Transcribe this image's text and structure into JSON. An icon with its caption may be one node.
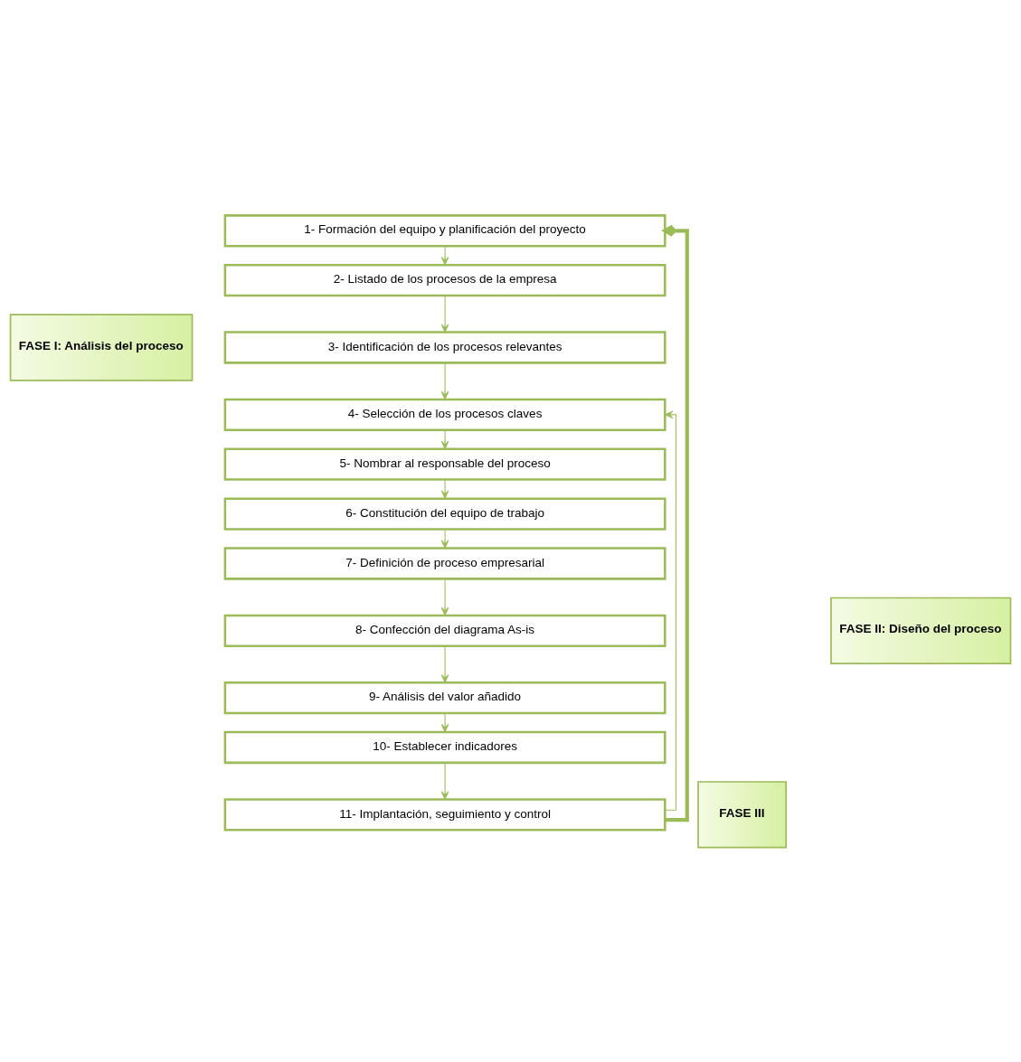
{
  "diagram": {
    "nodes": [
      {
        "text": [
          "FASE I: Análisis del proceso"
        ]
      },
      {
        "text": [
          "1- Formación del equipo y planificación del proyecto"
        ]
      },
      {
        "text": [
          "2- Listado de los procesos de la empresa"
        ]
      },
      {
        "text": [
          "3- Identificación de los procesos relevantes"
        ]
      },
      {
        "text": [
          "4- Selección de los procesos claves"
        ]
      },
      {
        "text": [
          "5- Nombrar al responsable del proceso"
        ]
      },
      {
        "text": [
          "FASE II: Diseño del proceso"
        ]
      },
      {
        "text": [
          "6- Constitución del equipo de trabajo"
        ]
      },
      {
        "text": [
          "7- Definición de proceso empresarial"
        ]
      },
      {
        "text": [
          "8- Confección del diagrama As-is"
        ]
      },
      {
        "text": [
          "9- Análisis del valor añadido"
        ]
      },
      {
        "text": [
          "10- Establecer indicadores"
        ]
      },
      {
        "text": [
          "FASE III"
        ]
      },
      {
        "text": [
          "11- Implantación, seguimiento y control"
        ]
      }
    ],
    "edges": [
      {
        "from": 1,
        "to": 2,
        "arrow": "to"
      },
      {
        "from": 2,
        "to": 3,
        "arrow": "to"
      },
      {
        "from": 3,
        "to": 4,
        "arrow": "to"
      },
      {
        "from": 4,
        "to": 5,
        "arrow": "to"
      },
      {
        "from": 5,
        "to": 7,
        "arrow": "to"
      },
      {
        "from": 7,
        "to": 8,
        "arrow": "to"
      },
      {
        "from": 8,
        "to": 9,
        "arrow": "to"
      },
      {
        "from": 9,
        "to": 10,
        "arrow": "to"
      },
      {
        "from": 10,
        "to": 11,
        "arrow": "to"
      },
      {
        "from": 11,
        "to": 13,
        "arrow": "to"
      },
      {
        "from": 13,
        "to": 1,
        "arrow": "to",
        "style": "thick"
      },
      {
        "from": 13,
        "to": 4,
        "arrow": "to"
      }
    ]
  }
}
